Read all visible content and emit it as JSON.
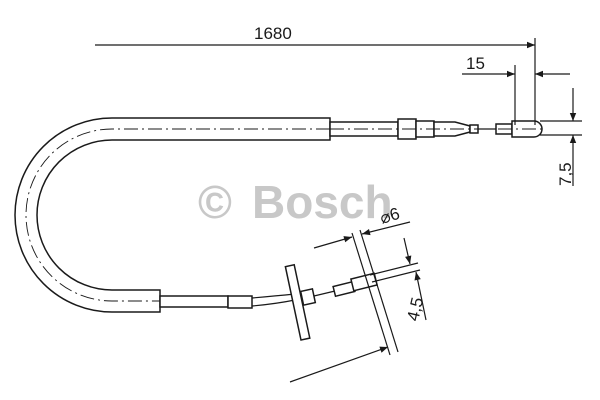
{
  "watermark": {
    "symbol": "©",
    "brand": "Bosch"
  },
  "dimensions": {
    "overall_length": "1680",
    "end_length": "15",
    "end_offset": "7,5",
    "diameter": "⌀6",
    "lower_offset": "4,5"
  }
}
